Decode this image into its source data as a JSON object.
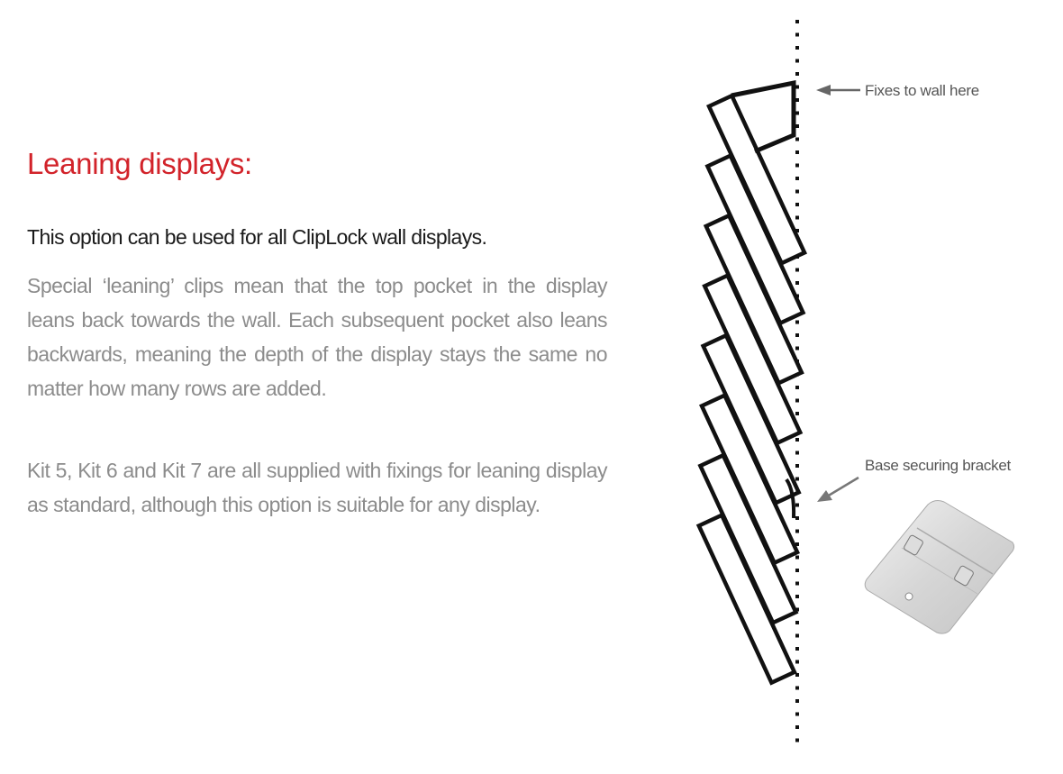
{
  "heading": "Leaning displays:",
  "lead": "This option can be used for all ClipLock wall displays.",
  "paragraphs": [
    "Special ‘leaning’ clips mean that the top pocket in the display leans back towards the wall. Each subsequent pocket also leans backwards, meaning the depth of the display stays the same no matter how many rows are added.",
    "Kit 5, Kit 6 and Kit 7 are all supplied with fixings for leaning display as standard, although this option is suitable for any display."
  ],
  "diagram": {
    "top_label": "Fixes to wall here",
    "bottom_label": "Base securing bracket",
    "pocket_count": 8
  },
  "colors": {
    "heading": "#d2232a",
    "body": "#8c8c8c"
  }
}
